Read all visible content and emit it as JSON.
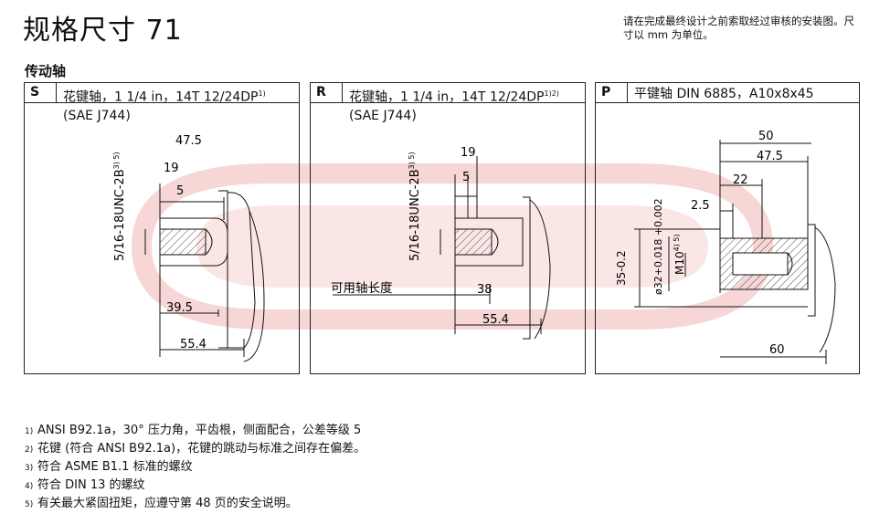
{
  "header": {
    "title": "规格尺寸 71",
    "note": "请在完成最终设计之前索取经过审核的安装图。尺寸以 mm 为单位。",
    "section": "传动轴"
  },
  "panels": [
    {
      "code": "S",
      "line1": "花键轴，1 1/4 in，14T 12/24DP",
      "line1_sup": "1)",
      "line2": "(SAE J744)",
      "thread": "5/16-18UNC-2B",
      "thread_sup": "3) 5)",
      "dims": {
        "d1": "47.5",
        "d2": "19",
        "d3": "5",
        "d4": "39.5",
        "d5": "55.4"
      }
    },
    {
      "code": "R",
      "line1": "花键轴，1 1/4 in，14T 12/24DP",
      "line1_sup": "1)2)",
      "line2": "(SAE J744)",
      "thread": "5/16-18UNC-2B",
      "thread_sup": "3) 5)",
      "usable": "可用轴长度",
      "dims": {
        "d1": "19",
        "d2": "5",
        "d3": "38",
        "d4": "55.4"
      }
    },
    {
      "code": "P",
      "line1": "平键轴 DIN 6885，A10x8x45",
      "dims": {
        "d1": "50",
        "d2": "47.5",
        "d3": "22",
        "d4": "2.5",
        "d5": "35-0.2",
        "d6": "ø32+0.018 +0.002",
        "d7": "M10",
        "d7_sup": "4) 5)",
        "d8": "60"
      }
    }
  ],
  "footnotes": [
    {
      "n": "1)",
      "text": "ANSI B92.1a，30° 压力角，平齿根，侧面配合，公差等级 5"
    },
    {
      "n": "2)",
      "text": "花键 (符合 ANSI B92.1a)，花键的跳动与标准之间存在偏差。"
    },
    {
      "n": "3)",
      "text": "符合 ASME B1.1 标准的螺纹"
    },
    {
      "n": "4)",
      "text": "符合 DIN 13 的螺纹"
    },
    {
      "n": "5)",
      "text": "有关最大紧固扭矩，应遵守第 48 页的安全说明。"
    }
  ],
  "colors": {
    "ink": "#111111",
    "watermark": "#f6d0d0"
  }
}
